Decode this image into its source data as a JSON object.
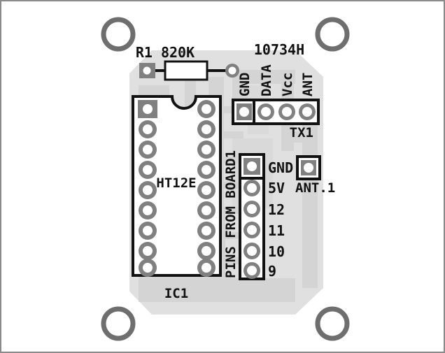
{
  "diagram": {
    "title": "PCB component layout",
    "board_code": "10734H",
    "colors": {
      "frame_border": "#8a8a8a",
      "background": "#ffffff",
      "board_fill": "#e0e0e0",
      "copper_trace": "#d4d4d4",
      "pad_ring": "#808080",
      "pad_hole": "#ffffff",
      "silkscreen_text": "#111111",
      "outline": "#000000",
      "mounting_hole_ring": "#6e6e6e"
    }
  },
  "labels": {
    "resistor": "R1 820K",
    "board_code": "10734H",
    "ic_part": "HT12E",
    "ic_ref": "IC1",
    "tx_ref": "TX1",
    "antenna_pad": "ANT.1",
    "pin_header_title": "PINS FROM BOARD1"
  },
  "components": {
    "resistor": {
      "ref": "R1",
      "value": "820K",
      "full_label": "R1 820K",
      "pad_count": 2,
      "pad1_shape": "square",
      "pad2_shape": "round"
    },
    "ic1": {
      "ref": "IC1",
      "part": "HT12E",
      "package": "DIP-18",
      "pins_per_side": 9,
      "pin1_shape": "square",
      "notch": "top-center-semicircle"
    },
    "tx1": {
      "ref": "TX1",
      "pin_count": 4,
      "pins": [
        {
          "number": 1,
          "label": "GND",
          "shape": "square"
        },
        {
          "number": 2,
          "label": "DATA",
          "shape": "round"
        },
        {
          "number": 3,
          "label": "Vcc",
          "shape": "round"
        },
        {
          "number": 4,
          "label": "ANT",
          "shape": "round"
        }
      ]
    },
    "board1_header": {
      "ref": "PINS FROM BOARD1",
      "pin_count": 6,
      "pins": [
        {
          "number": 1,
          "label": "GND",
          "shape": "square"
        },
        {
          "number": 2,
          "label": "5V",
          "shape": "round"
        },
        {
          "number": 3,
          "label": "12",
          "shape": "round"
        },
        {
          "number": 4,
          "label": "11",
          "shape": "round"
        },
        {
          "number": 5,
          "label": "10",
          "shape": "round"
        },
        {
          "number": 6,
          "label": "9",
          "shape": "round"
        }
      ]
    },
    "ant1": {
      "ref": "ANT.1",
      "pad_count": 1,
      "shape": "square"
    },
    "mounting_holes": {
      "count": 4,
      "positions": [
        "top-left",
        "top-right",
        "bottom-left",
        "bottom-right"
      ]
    }
  },
  "tx1_pin_labels": [
    "GND",
    "DATA",
    "Vcc",
    "ANT"
  ],
  "board1_pin_labels": [
    "GND",
    "5V",
    "12",
    "11",
    "10",
    "9"
  ]
}
